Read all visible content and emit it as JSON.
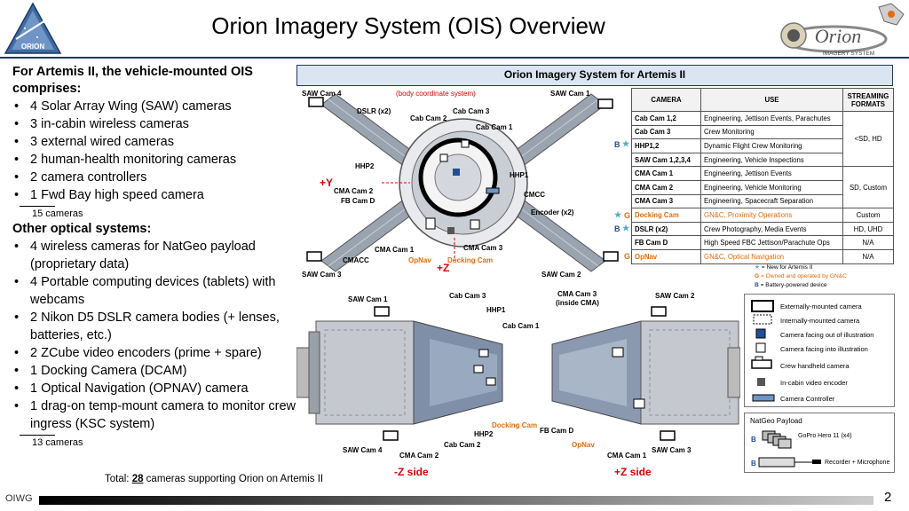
{
  "header": {
    "title": "Orion Imagery System (OIS) Overview",
    "logo_left_text": "ORION",
    "logo_right_text": "Orion",
    "logo_right_sub": "IMAGERY SYSTEM"
  },
  "left": {
    "heading1": "For Artemis II, the vehicle-mounted OIS comprises:",
    "list1": [
      "4 Solar Array Wing (SAW) cameras",
      "3 in-cabin wireless cameras",
      "3 external wired cameras",
      "2 human-health monitoring cameras",
      "2 camera controllers",
      "1 Fwd Bay high speed camera"
    ],
    "count1": "15 cameras",
    "heading2": "Other optical systems:",
    "list2": [
      "4 wireless cameras for NatGeo payload (proprietary data)",
      "4 Portable computing devices (tablets) with webcams",
      "2 Nikon D5 DSLR camera bodies (+ lenses, batteries, etc.)",
      "2 ZCube video encoders (prime + spare)",
      "1 Docking Camera (DCAM)",
      "1 Optical Navigation (OPNAV) camera",
      "1 drag-on temp-mount camera to monitor crew ingress (KSC system)"
    ],
    "count2": "13 cameras",
    "total_prefix": "Total: ",
    "total_number": "28",
    "total_suffix": " cameras supporting Orion on Artemis II"
  },
  "panel": {
    "title": "Orion Imagery System for Artemis II",
    "top_labels": {
      "saw4": "SAW Cam 4",
      "saw1": "SAW Cam 1",
      "saw3": "SAW Cam 3",
      "saw2": "SAW Cam 2",
      "body": "(body coordinate system)",
      "dslr": "DSLR (x2)",
      "cab2": "Cab Cam 2",
      "cab3": "Cab Cam 3",
      "cab1": "Cab Cam 1",
      "hhp2": "HHP2",
      "hhp1": "HHP1",
      "py": "+Y",
      "cma2": "CMA Cam 2",
      "fbd": "FB Cam D",
      "cmcc": "CMCC",
      "encoder": "Encoder (x2)",
      "cma1": "CMA Cam 1",
      "cma3": "CMA Cam 3",
      "cmacc": "CMACC",
      "opnav": "OpNav",
      "docking": "Docking Cam",
      "pz": "+Z"
    },
    "bottom_labels": {
      "saw1": "SAW Cam 1",
      "cab3": "Cab Cam 3",
      "hhp1": "HHP1",
      "cab1": "Cab Cam 1",
      "docking": "Docking Cam",
      "hhp2": "HHP2",
      "cab2": "Cab Cam 2",
      "saw4": "SAW Cam 4",
      "cma2": "CMA Cam 2",
      "mz_side": "-Z side",
      "cma3": "CMA Cam 3",
      "inside_cma": "(inside CMA)",
      "saw2": "SAW Cam 2",
      "fbd": "FB Cam D",
      "opnav": "OpNav",
      "cma1": "CMA Cam 1",
      "saw3": "SAW Cam 3",
      "pz_side": "+Z side"
    }
  },
  "table": {
    "headers": [
      "CAMERA",
      "USE",
      "STREAMING FORMATS"
    ],
    "rows": [
      {
        "camera": "Cab Cam 1,2",
        "use": "Engineering, Jettison Events, Parachutes"
      },
      {
        "camera": "Cab Cam 3",
        "use": "Crew Monitoring"
      },
      {
        "camera": "HHP1,2",
        "use": "Dynamic Flight Crew Monitoring"
      },
      {
        "camera": "SAW Cam 1,2,3,4",
        "use": "Engineering, Vehicle Inspections"
      },
      {
        "camera": "CMA Cam 1",
        "use": "Engineering, Jettison Events"
      },
      {
        "camera": "CMA Cam 2",
        "use": "Engineering, Vehicle Monitoring"
      },
      {
        "camera": "CMA Cam 3",
        "use": "Engineering, Spacecraft Separation"
      },
      {
        "camera": "Docking Cam",
        "use": "GN&C, Proximity Operations",
        "format": "Custom"
      },
      {
        "camera": "DSLR (x2)",
        "use": "Crew Photography, Media Events",
        "format": "HD, UHD"
      },
      {
        "camera": "FB Cam D",
        "use": "High Speed FBC Jettison/Parachute Ops",
        "format": "N/A"
      },
      {
        "camera": "OpNav",
        "use": "GN&C, Optical Navigation",
        "format": "N/A"
      }
    ],
    "format_group1": "<SD, HD",
    "format_group2": "SD, Custom",
    "markers": {
      "b": "B",
      "g": "G"
    }
  },
  "key": {
    "new_note": "= New for Artemis II",
    "g_note": "= Owned and operated by GN&C",
    "b_note": "= Battery-powered device",
    "g": "G",
    "b": "B",
    "items": [
      "Externally-mounted camera",
      "Internally-mounted camera",
      "Camera facing out of illustration",
      "Camera facing into illustration",
      "Crew handheld camera",
      "In-cabin video encoder",
      "Camera Controller"
    ]
  },
  "natgeo": {
    "title": "NatGeo Payload",
    "gopro": "GoPro Hero 11 (x4)",
    "recorder": "Recorder + Microphone",
    "b": "B"
  },
  "footer": {
    "org": "OIWG",
    "page": "2"
  },
  "colors": {
    "title_rule": "#1f3864",
    "panel_fill": "#dbe5f1",
    "gnc_orange": "#e46c0a",
    "new_star": "#4bacc6",
    "battery_blue": "#1f4e9c",
    "axis_red": "#e00000"
  }
}
